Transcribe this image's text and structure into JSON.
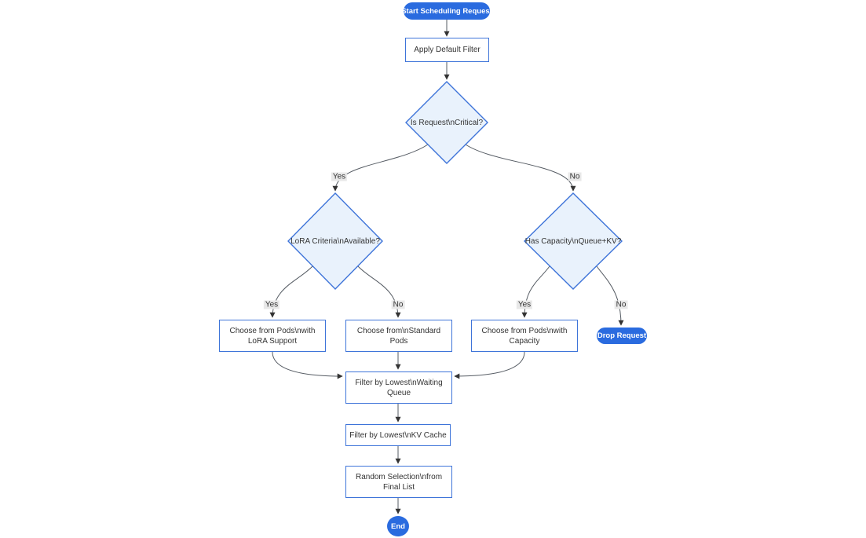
{
  "diagram": {
    "type": "flowchart",
    "direction": "top-down",
    "nodes": {
      "start": {
        "label": "Start Scheduling Request",
        "shape": "stadium"
      },
      "apply_filter": {
        "label": "Apply Default Filter",
        "shape": "rect"
      },
      "is_critical": {
        "label": "Is Request\\nCritical?",
        "shape": "diamond"
      },
      "lora_criteria": {
        "label": "LoRA Criteria\\nAvailable?",
        "shape": "diamond"
      },
      "has_capacity": {
        "label": "Has Capacity\\nQueue+KV?",
        "shape": "diamond"
      },
      "choose_lora": {
        "lines": [
          "Choose from Pods\\nwith",
          "LoRA Support"
        ],
        "shape": "rect"
      },
      "choose_standard": {
        "lines": [
          "Choose from\\nStandard",
          "Pods"
        ],
        "shape": "rect"
      },
      "choose_capacity": {
        "lines": [
          "Choose from Pods\\nwith",
          "Capacity"
        ],
        "shape": "rect"
      },
      "drop_request": {
        "label": "Drop Request",
        "shape": "stadium"
      },
      "filter_queue": {
        "lines": [
          "Filter by Lowest\\nWaiting",
          "Queue"
        ],
        "shape": "rect"
      },
      "filter_kv": {
        "label": "Filter by Lowest\\nKV Cache",
        "shape": "rect"
      },
      "random_selection": {
        "lines": [
          "Random Selection\\nfrom",
          "Final List"
        ],
        "shape": "rect"
      },
      "end": {
        "label": "End",
        "shape": "circle"
      }
    },
    "edge_labels": {
      "critical_yes": "Yes",
      "critical_no": "No",
      "lora_yes": "Yes",
      "lora_no": "No",
      "capacity_yes": "Yes",
      "capacity_no": "No"
    },
    "colors": {
      "accent_blue": "#2a6bdf",
      "node_border_blue": "#3e74d9",
      "decision_fill": "#e9f2fc",
      "process_fill": "#ffffff",
      "edge_line": "#555b63",
      "arrowhead": "#333333",
      "edge_label_bg": "#e8e8e8",
      "text": "#333333",
      "inverse_text": "#ffffff",
      "background": "#ffffff"
    }
  }
}
